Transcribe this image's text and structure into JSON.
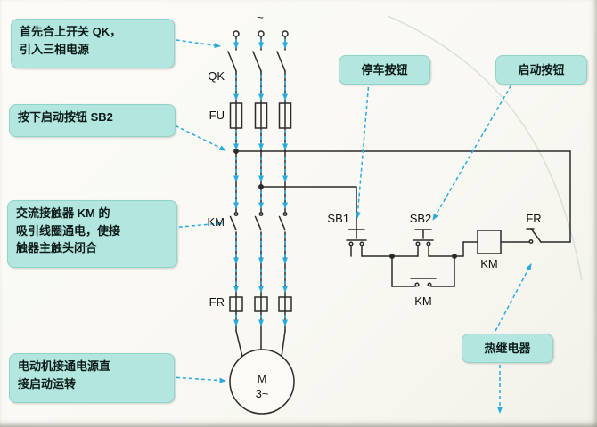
{
  "colors": {
    "callout_bg": "#b2e6df",
    "callout_border": "#8fd4cb",
    "arrow": "#29abe2",
    "wire": "#2b2b2b",
    "page_bg": "#fbfaf5"
  },
  "callouts": {
    "step1": "首先合上开关 QK，\n引入三相电源",
    "step2": "按下启动按钮 SB2",
    "step3": "交流接触器 KM 的\n吸引线圈通电，使接\n触器主触头闭合",
    "step4": "电动机接通电源直\n接启动运转",
    "stop_button": "停车按钮",
    "start_button": "启动按钮",
    "thermal_relay": "热继电器"
  },
  "components": {
    "supply_tilde": "~",
    "qk": "QK",
    "fu": "FU",
    "km_main": "KM",
    "fr_main": "FR",
    "sb1": "SB1",
    "sb2": "SB2",
    "km_aux": "KM",
    "km_coil": "KM",
    "fr_contact": "FR",
    "motor": "M",
    "motor_phases": "3~"
  }
}
